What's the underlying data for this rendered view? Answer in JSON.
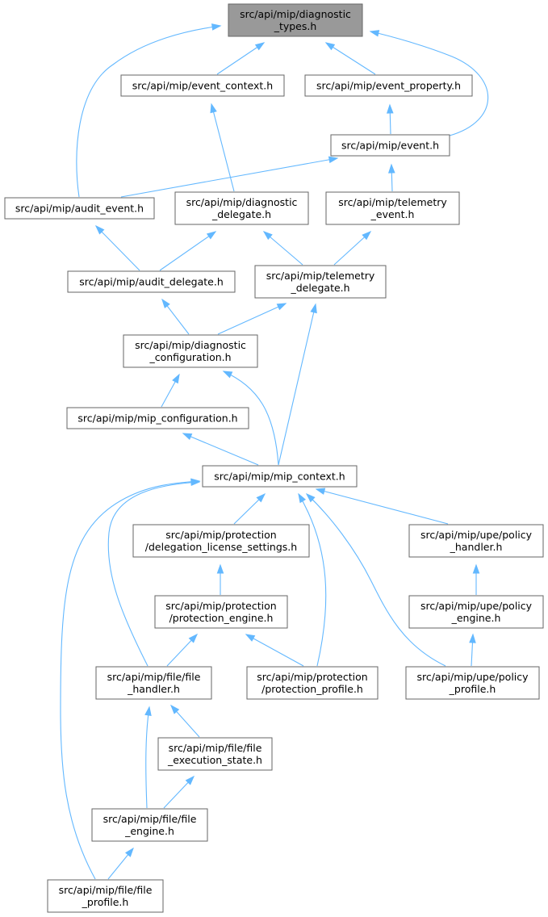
{
  "graph": {
    "colors": {
      "node_fill": "#ffffff",
      "root_fill": "#999999",
      "node_border": "#666666",
      "edge": "#63b8ff"
    },
    "nodes": [
      {
        "id": "diagnostic_types",
        "lines": [
          "src/api/mip/diagnostic",
          "_types.h"
        ],
        "highlight": true
      },
      {
        "id": "event_context",
        "lines": [
          "src/api/mip/event_context.h"
        ]
      },
      {
        "id": "event_property",
        "lines": [
          "src/api/mip/event_property.h"
        ]
      },
      {
        "id": "event",
        "lines": [
          "src/api/mip/event.h"
        ]
      },
      {
        "id": "audit_event",
        "lines": [
          "src/api/mip/audit_event.h"
        ]
      },
      {
        "id": "diagnostic_delegate",
        "lines": [
          "src/api/mip/diagnostic",
          "_delegate.h"
        ]
      },
      {
        "id": "telemetry_event",
        "lines": [
          "src/api/mip/telemetry",
          "_event.h"
        ]
      },
      {
        "id": "audit_delegate",
        "lines": [
          "src/api/mip/audit_delegate.h"
        ]
      },
      {
        "id": "telemetry_delegate",
        "lines": [
          "src/api/mip/telemetry",
          "_delegate.h"
        ]
      },
      {
        "id": "diagnostic_configuration",
        "lines": [
          "src/api/mip/diagnostic",
          "_configuration.h"
        ]
      },
      {
        "id": "mip_configuration",
        "lines": [
          "src/api/mip/mip_configuration.h"
        ]
      },
      {
        "id": "mip_context",
        "lines": [
          "src/api/mip/mip_context.h"
        ]
      },
      {
        "id": "delegation_license_settings",
        "lines": [
          "src/api/mip/protection",
          "/delegation_license_settings.h"
        ]
      },
      {
        "id": "policy_handler",
        "lines": [
          "src/api/mip/upe/policy",
          "_handler.h"
        ]
      },
      {
        "id": "protection_engine",
        "lines": [
          "src/api/mip/protection",
          "/protection_engine.h"
        ]
      },
      {
        "id": "policy_engine",
        "lines": [
          "src/api/mip/upe/policy",
          "_engine.h"
        ]
      },
      {
        "id": "file_handler",
        "lines": [
          "src/api/mip/file/file",
          "_handler.h"
        ]
      },
      {
        "id": "protection_profile",
        "lines": [
          "src/api/mip/protection",
          "/protection_profile.h"
        ]
      },
      {
        "id": "policy_profile",
        "lines": [
          "src/api/mip/upe/policy",
          "_profile.h"
        ]
      },
      {
        "id": "file_execution_state",
        "lines": [
          "src/api/mip/file/file",
          "_execution_state.h"
        ]
      },
      {
        "id": "file_engine",
        "lines": [
          "src/api/mip/file/file",
          "_engine.h"
        ]
      },
      {
        "id": "file_profile",
        "lines": [
          "src/api/mip/file/file",
          "_profile.h"
        ]
      }
    ],
    "edges": [
      {
        "from": "event_context",
        "to": "diagnostic_types"
      },
      {
        "from": "event_property",
        "to": "diagnostic_types"
      },
      {
        "from": "event",
        "to": "diagnostic_types"
      },
      {
        "from": "audit_event",
        "to": "diagnostic_types"
      },
      {
        "from": "event",
        "to": "event_property"
      },
      {
        "from": "diagnostic_delegate",
        "to": "event_context"
      },
      {
        "from": "audit_event",
        "to": "event"
      },
      {
        "from": "telemetry_event",
        "to": "event"
      },
      {
        "from": "audit_delegate",
        "to": "audit_event"
      },
      {
        "from": "audit_delegate",
        "to": "diagnostic_delegate"
      },
      {
        "from": "telemetry_delegate",
        "to": "diagnostic_delegate"
      },
      {
        "from": "telemetry_delegate",
        "to": "telemetry_event"
      },
      {
        "from": "diagnostic_configuration",
        "to": "audit_delegate"
      },
      {
        "from": "diagnostic_configuration",
        "to": "telemetry_delegate"
      },
      {
        "from": "mip_configuration",
        "to": "diagnostic_configuration"
      },
      {
        "from": "mip_context",
        "to": "diagnostic_configuration"
      },
      {
        "from": "mip_context",
        "to": "telemetry_delegate"
      },
      {
        "from": "mip_context",
        "to": "mip_configuration"
      },
      {
        "from": "delegation_license_settings",
        "to": "mip_context"
      },
      {
        "from": "policy_handler",
        "to": "mip_context"
      },
      {
        "from": "file_handler",
        "to": "mip_context"
      },
      {
        "from": "protection_profile",
        "to": "mip_context"
      },
      {
        "from": "policy_profile",
        "to": "mip_context"
      },
      {
        "from": "file_profile",
        "to": "mip_context"
      },
      {
        "from": "protection_engine",
        "to": "delegation_license_settings"
      },
      {
        "from": "policy_engine",
        "to": "policy_handler"
      },
      {
        "from": "file_handler",
        "to": "protection_engine"
      },
      {
        "from": "protection_profile",
        "to": "protection_engine"
      },
      {
        "from": "policy_profile",
        "to": "policy_engine"
      },
      {
        "from": "file_execution_state",
        "to": "file_handler"
      },
      {
        "from": "file_engine",
        "to": "file_handler"
      },
      {
        "from": "file_engine",
        "to": "file_execution_state"
      },
      {
        "from": "file_profile",
        "to": "file_engine"
      }
    ]
  }
}
